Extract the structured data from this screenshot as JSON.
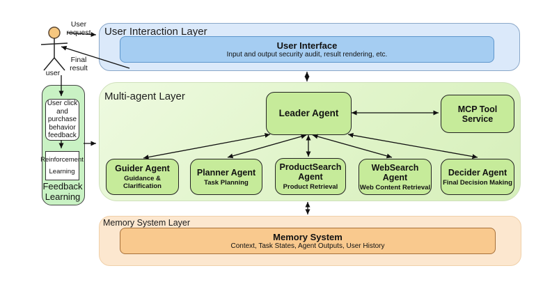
{
  "colors": {
    "layer_blue_fill": "#dbe9fa",
    "ui_box_fill": "#a5cdf2",
    "layer_green_fill": "#e0f4c9",
    "node_green_fill": "#c6eb9a",
    "layer_orange_fill": "#fce7cf",
    "memory_box_fill": "#f9c98e",
    "feedback_fill": "#c9f2c4",
    "actor_head_fill": "#f6c77f",
    "arrow_color": "#111111"
  },
  "actor": {
    "request_label": "User request",
    "final_result_label": "Final result",
    "user_label": "user"
  },
  "user_interaction_layer": {
    "title": "User Interaction Layer",
    "user_interface": {
      "title": "User Interface",
      "subtitle": "Input and output security audit, result rendering, etc."
    }
  },
  "multi_agent_layer": {
    "title": "Multi-agent Layer",
    "leader_agent": {
      "title": "Leader Agent"
    },
    "mcp_tool_service": {
      "title": "MCP Tool Service"
    },
    "agents": [
      {
        "name": "Guider Agent",
        "subtitle": "Guidance & Clarification"
      },
      {
        "name": "Planner Agent",
        "subtitle": "Task Planning"
      },
      {
        "name": "ProductSearch Agent",
        "subtitle": "Product Retrieval"
      },
      {
        "name": "WebSearch Agent",
        "subtitle": "Web Content Retrieval"
      },
      {
        "name": "Decider Agent",
        "subtitle": "Final Decision Making"
      }
    ]
  },
  "memory_layer": {
    "title": "Memory System Layer",
    "memory_system": {
      "title": "Memory System",
      "subtitle": "Context, Task States, Agent Outputs, User History"
    }
  },
  "feedback_learning": {
    "title": "Feedback Learning",
    "behavior_feedback_label": "User click and purchase behavior feedback",
    "reinforcement_label": "Reinforcement Learning"
  }
}
